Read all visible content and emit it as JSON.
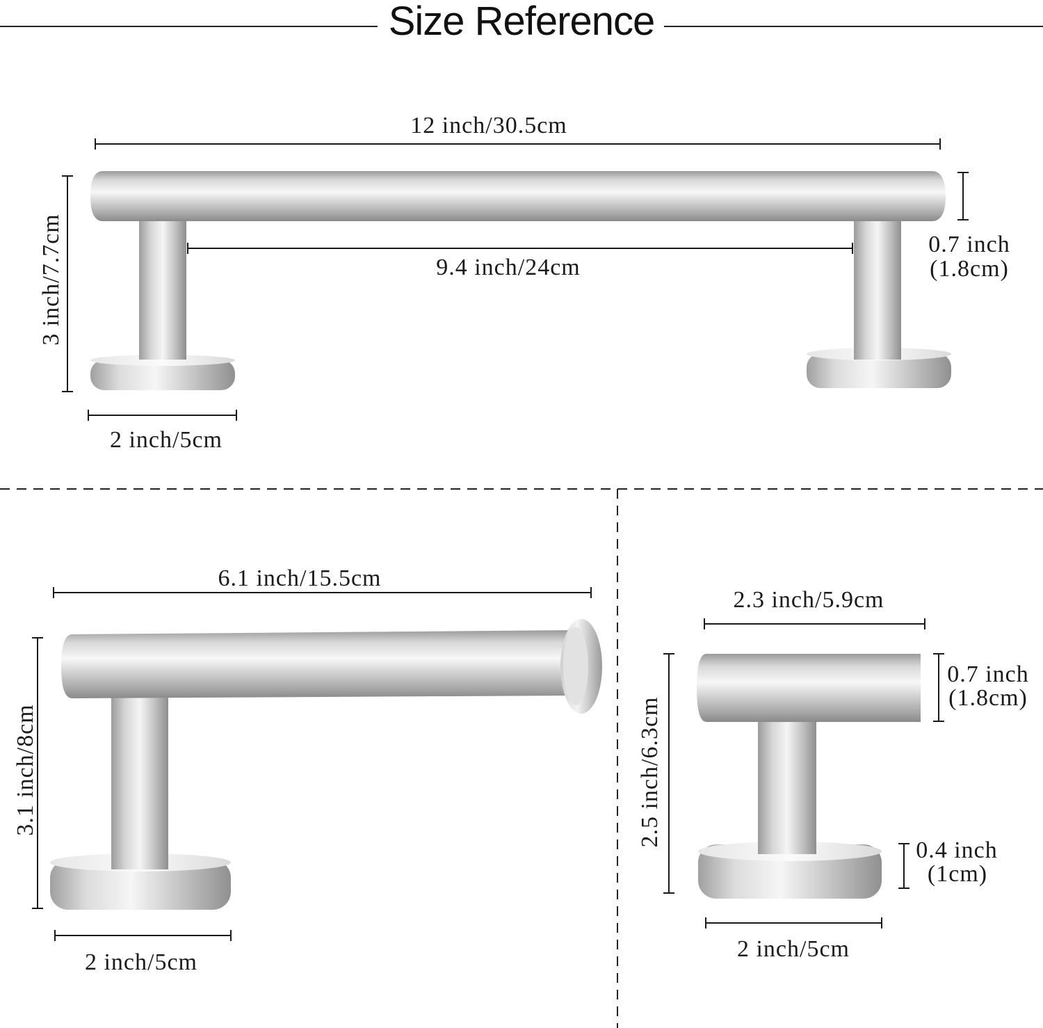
{
  "title": "Size Reference",
  "towel_bar": {
    "length": "12 inch/30.5cm",
    "inner_span": "9.4 inch/24cm",
    "height": "3 inch/7.7cm",
    "bar_diameter_in": "0.7 inch",
    "bar_diameter_cm": "(1.8cm)",
    "base_width": "2 inch/5cm"
  },
  "paper_holder": {
    "length": "6.1 inch/15.5cm",
    "height": "3.1 inch/8cm",
    "base_width": "2 inch/5cm"
  },
  "robe_hook": {
    "length": "2.3 inch/5.9cm",
    "height": "2.5 inch/6.3cm",
    "bar_diameter_in": "0.7 inch",
    "bar_diameter_cm": "(1.8cm)",
    "base_thickness_in": "0.4 inch",
    "base_thickness_cm": "(1cm)",
    "base_width": "2 inch/5cm"
  },
  "colors": {
    "metal_light": "#f4f4f4",
    "metal_mid": "#c6c6c6",
    "metal_dark": "#8c8c8c",
    "ink": "#1a1a1a"
  }
}
